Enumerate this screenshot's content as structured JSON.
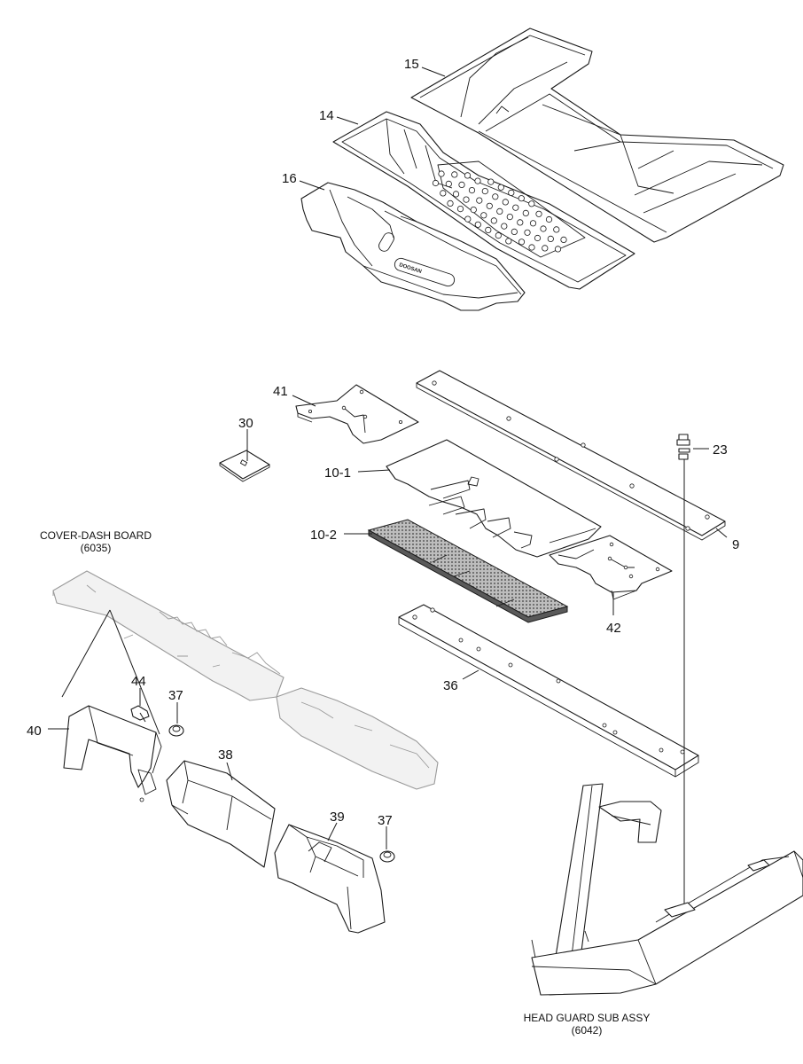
{
  "callouts": {
    "c15": "15",
    "c14": "14",
    "c16": "16",
    "c41": "41",
    "c30": "30",
    "c10_1": "10-1",
    "c10_2": "10-2",
    "c23": "23",
    "c9": "9",
    "c42": "42",
    "c36": "36",
    "c44": "44",
    "c37a": "37",
    "c40": "40",
    "c38": "38",
    "c39": "39",
    "c37b": "37"
  },
  "assemblies": {
    "dash_board_name": "COVER-DASH BOARD",
    "dash_board_code": "(6035)",
    "head_guard_name": "HEAD GUARD SUB ASSY",
    "head_guard_code": "(6042)"
  },
  "floor_logo": "DOOSAN",
  "colors": {
    "line": "#1a1a1a",
    "ghost": "#9a9a9a",
    "mesh": "#8c8c8c"
  }
}
